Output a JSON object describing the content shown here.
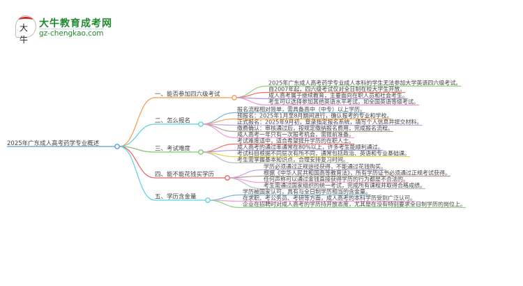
{
  "logo": {
    "name": "大牛教育成考网",
    "url": "gz-chengkao.com",
    "glyph": "大牛"
  },
  "root": {
    "label": "2025年广东成人高考药学专业概述",
    "color": "#5b9bd5"
  },
  "branches": [
    {
      "label": "一、能否参加四六级考试",
      "color": "#f59a4a",
      "leaves": [
        {
          "text": "2025年广东成人高考药学专业成人本科的学生无法参加大学英语四六级考试。",
          "color": "#8fd17c"
        },
        {
          "text": "自2007年起，四六级考试仅对全日制在校大学生开放。",
          "color": "#ef6f6f"
        },
        {
          "text": "成人高考属于继续教育，主要面向在职人员和社会考生。",
          "color": "#b596e0"
        },
        {
          "text": "考生可以选择参加其他英语水平考试，如全国英语等级考试。",
          "color": "#f08fd0"
        }
      ]
    },
    {
      "label": "二、怎么报名",
      "color": "#5dd0e0",
      "leaves": [
        {
          "text": "报名流程相对简单，需具备高中（中专）以上学历。",
          "color": "#7ab3e0"
        },
        {
          "text": "预报名：2025年1月至8月期间进行，确认报考的专业和学校。",
          "color": "#f5a45a"
        },
        {
          "text": "正式报名：2025年9月初，登录指定报名系统，填写个人信息并提交材料。",
          "color": "#c3a3e8"
        },
        {
          "text": "缴费确认：审核通过后，按规定缴纳报名费用，完成报名流程。",
          "color": "#b89a90"
        },
        {
          "text": "成人高考一年只有一次报考机会，需提前准备。",
          "color": "#f2a0d8"
        }
      ]
    },
    {
      "label": "三、考试难度",
      "color": "#7cc96c",
      "leaves": [
        {
          "text": "考试难度适中，适合希望提升学历的在职人士。",
          "color": "#ef6f6f"
        },
        {
          "text": "成人高考的通过率通常在80%以上，许多考生能顺利通过。",
          "color": "#b596e0"
        },
        {
          "text": "考试科目根据不同层次有所不同，通常包括政治、英语和专业基础课。",
          "color": "#e0d84a"
        },
        {
          "text": "考生需掌握基本知识点，合理安排复习时间。",
          "color": "#bbbbbb"
        }
      ]
    },
    {
      "label": "四、能不能花钱买学历",
      "color": "#e86060",
      "leaves": [
        {
          "text": "学历必须通过正规途径获得，不能通过花钱购买。",
          "color": "#c3a3e8"
        },
        {
          "text": "根据《中华人民共和国高等教育法》，所有学历证书必须通过正规考试获得。",
          "color": "#b89a90"
        },
        {
          "text": "任何声称可以通过金钱直接获得学历的行为都是不合法的。",
          "color": "#f2a0d8"
        },
        {
          "text": "考生需通过国家组织的统一考试，完成所有课程并取得合格成绩。",
          "color": "#bbbbbb"
        }
      ]
    },
    {
      "label": "五、学历含金量",
      "color": "#5dd0e0",
      "leaves": [
        {
          "text": "学历被国家认可，具有与全日制学历相当的含金量。",
          "color": "#7ab3e0"
        },
        {
          "text": "在求职、考公务员、考研等方面，成人高考的本科学历受到广泛认可。",
          "color": "#f2a0d8"
        },
        {
          "text": "企业在招聘时对成人高考的学历持开放态度，尤其是在没有特别要求全日制学历的岗位上。",
          "color": "#8fd17c"
        }
      ]
    }
  ]
}
